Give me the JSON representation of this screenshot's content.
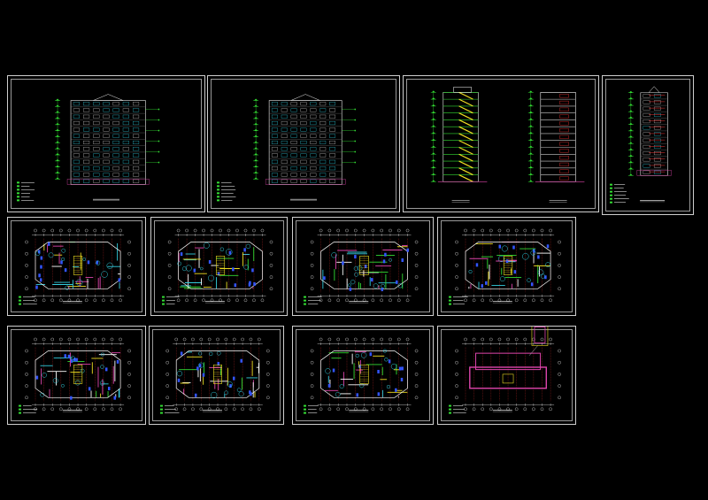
{
  "canvas": {
    "background": "#000000"
  },
  "colors": {
    "frame": "#cfcfcf",
    "line": "#ffffff",
    "accent_green": "#33dd33",
    "accent_cyan": "#33ccdd",
    "accent_yellow": "#eedd22",
    "accent_magenta": "#dd44aa",
    "accent_red": "#ee3333",
    "accent_blue": "#3355ff"
  },
  "sheets": [
    {
      "kind": "elevation-front"
    },
    {
      "kind": "elevation-rear"
    },
    {
      "kind": "sections"
    },
    {
      "kind": "elevation-side"
    },
    {
      "kind": "floor-plan"
    },
    {
      "kind": "floor-plan"
    },
    {
      "kind": "floor-plan"
    },
    {
      "kind": "floor-plan"
    },
    {
      "kind": "floor-plan"
    },
    {
      "kind": "floor-plan"
    },
    {
      "kind": "floor-plan"
    },
    {
      "kind": "roof-plan"
    }
  ]
}
